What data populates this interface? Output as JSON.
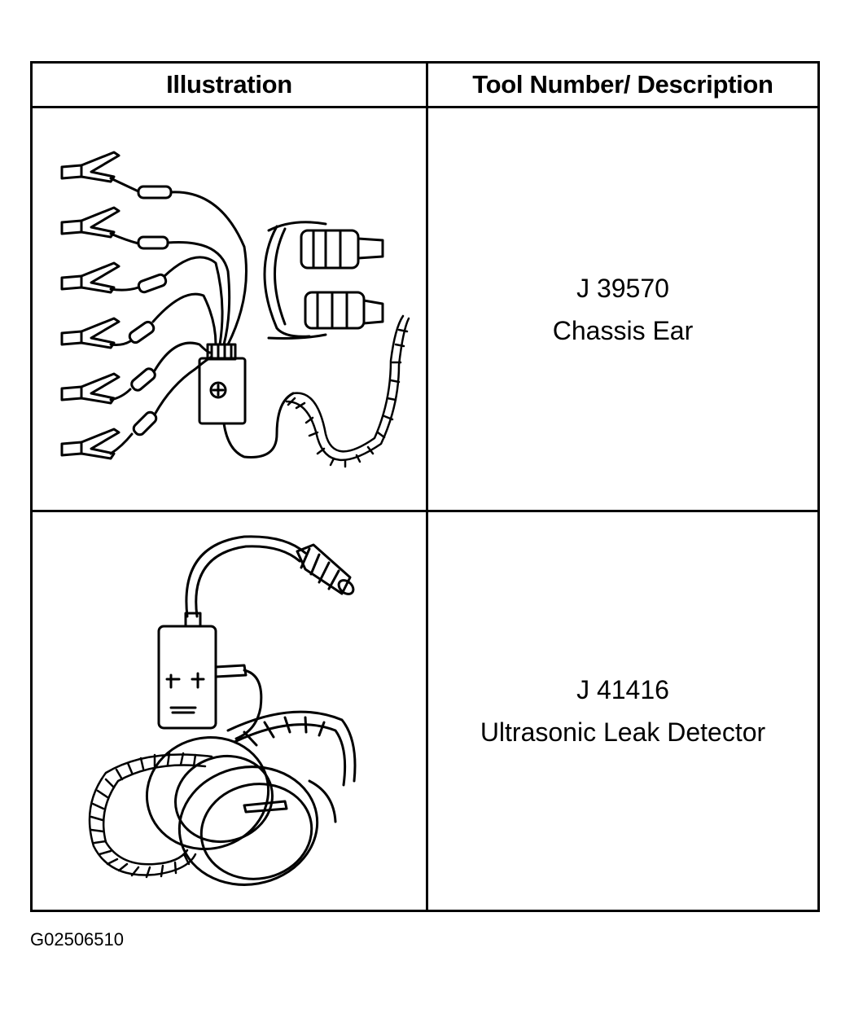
{
  "table": {
    "headers": {
      "illustration": "Illustration",
      "description": "Tool Number/ Description"
    },
    "rows": [
      {
        "tool_number": "J 39570",
        "description": "Chassis Ear",
        "illustration_icon": "chassis-ear-icon"
      },
      {
        "tool_number": "J 41416",
        "description": "Ultrasonic Leak Detector",
        "illustration_icon": "ultrasonic-leak-detector-icon"
      }
    ]
  },
  "figure_id": "G02506510"
}
